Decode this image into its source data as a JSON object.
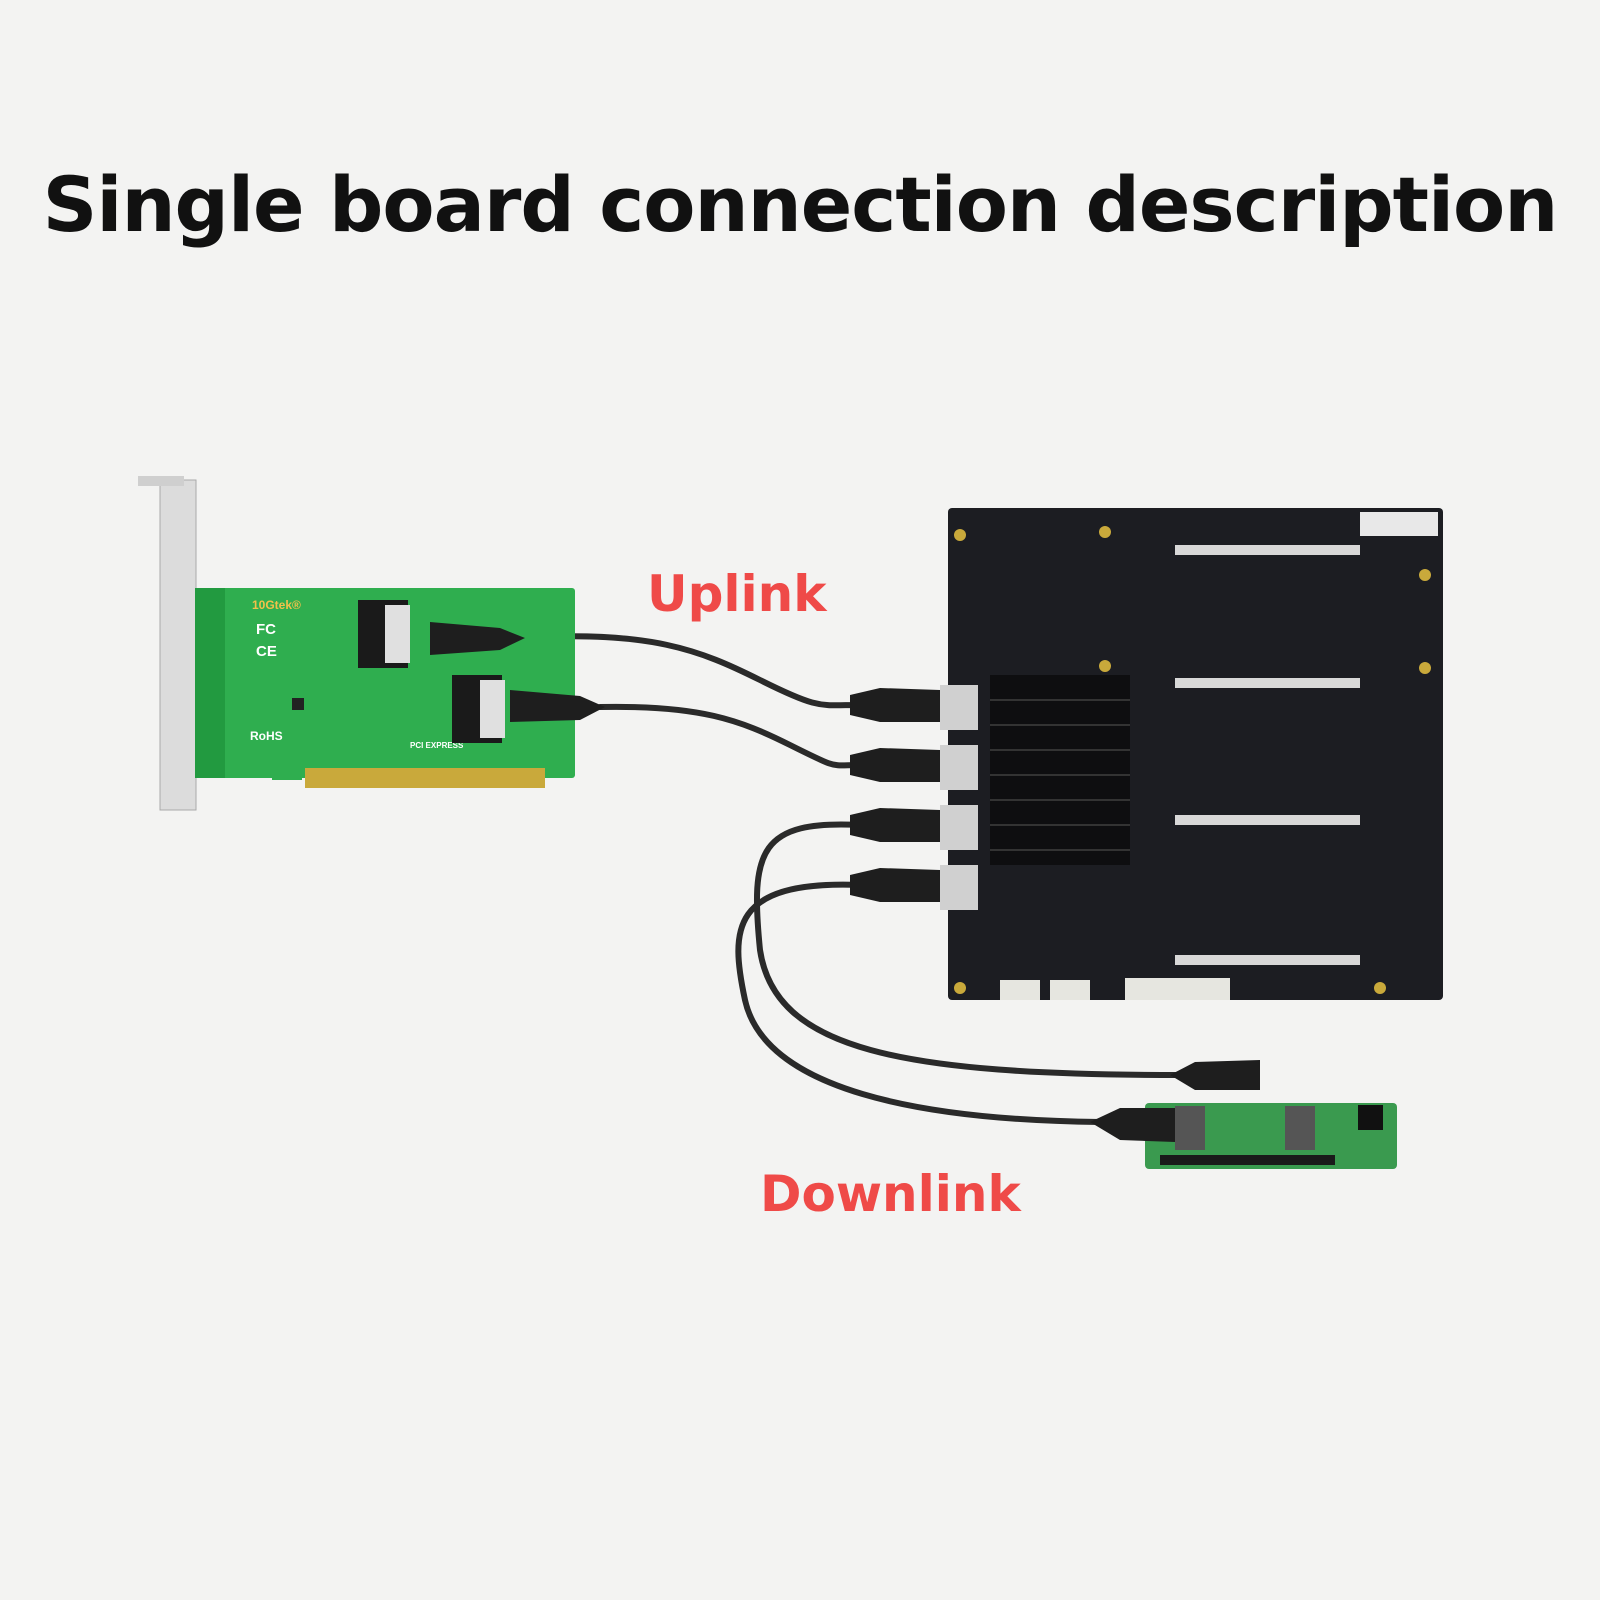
{
  "title": "Single board connection description",
  "labels": {
    "uplink": "Uplink",
    "downlink": "Downlink"
  },
  "host_card": {
    "brand": "10Gtek®",
    "marks": [
      "FC",
      "CE",
      "RoHS"
    ],
    "bus_logo": "PCI EXPRESS"
  },
  "colors": {
    "background": "#f3f3f2",
    "accent": "#ef4a48",
    "green_pcb": "#2fae4f",
    "black_pcb": "#1c1d22",
    "cable": "#2a2a2a"
  }
}
